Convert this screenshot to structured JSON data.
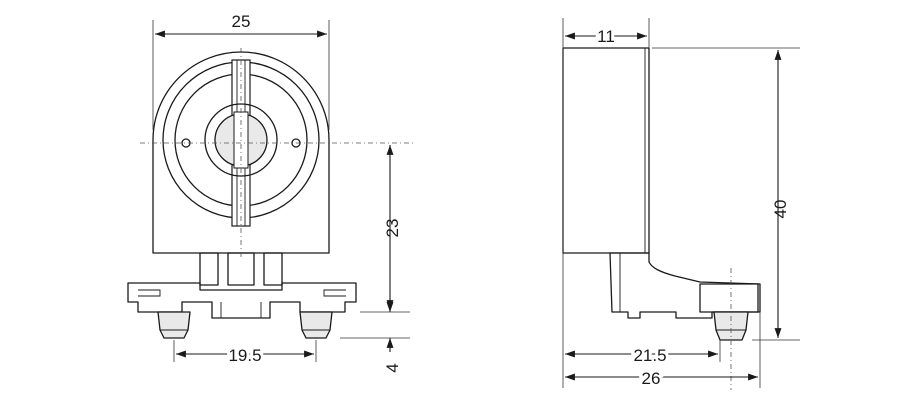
{
  "front_view": {
    "width_label": "25",
    "height_label": "23",
    "pin_spacing_label": "19.5",
    "pin_length_label": "4"
  },
  "side_view": {
    "depth_label": "11",
    "height_label": "40",
    "length_a_label": "21.5",
    "length_b_label": "26"
  },
  "colors": {
    "line": "#1a1a1a",
    "fill": "#e9e9e9",
    "centerline": "#555555"
  }
}
